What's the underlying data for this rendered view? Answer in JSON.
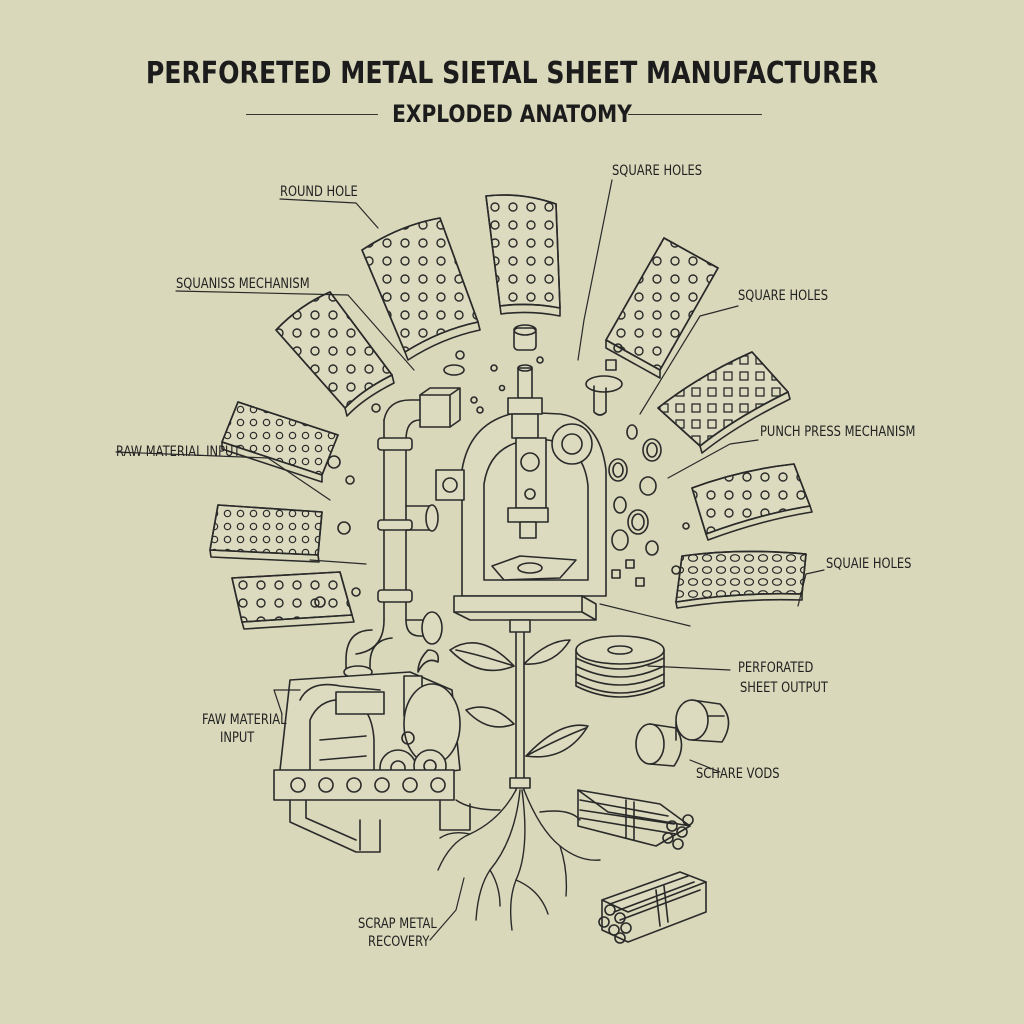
{
  "header": {
    "title": "PERFORETED METAL SIETAL SHEET MANUFACTURER",
    "subtitle": "EXPLODED ANATOMY"
  },
  "labels": {
    "round_hole": "ROUND HOLE",
    "squaniss_mechanism": "SQUANISS MECHANISM",
    "raw_material_input_top": "RAW MATERIAL INPUT",
    "raw_material_input_bottom_line1": "FAW MATERIAL",
    "raw_material_input_bottom_line2": "INPUT",
    "square_holes_top": "SQUARE HOLES",
    "square_holes_mid": "SQUARE HOLES",
    "punch_press_mechanism": "PUNCH PRESS MECHANISM",
    "squaie_holes": "SQUAIE HOLES",
    "perforated_sheet_output_line1": "PERFORATED",
    "perforated_sheet_output_line2": "SHEET OUTPUT",
    "schare_vods": "SCHARE VODS",
    "scrap_metal_line1": "SCRAP METAL",
    "scrap_metal_line2": "RECOVERY"
  },
  "colors": {
    "paper": "#d9d8bb",
    "ink": "#2a2a2a"
  }
}
